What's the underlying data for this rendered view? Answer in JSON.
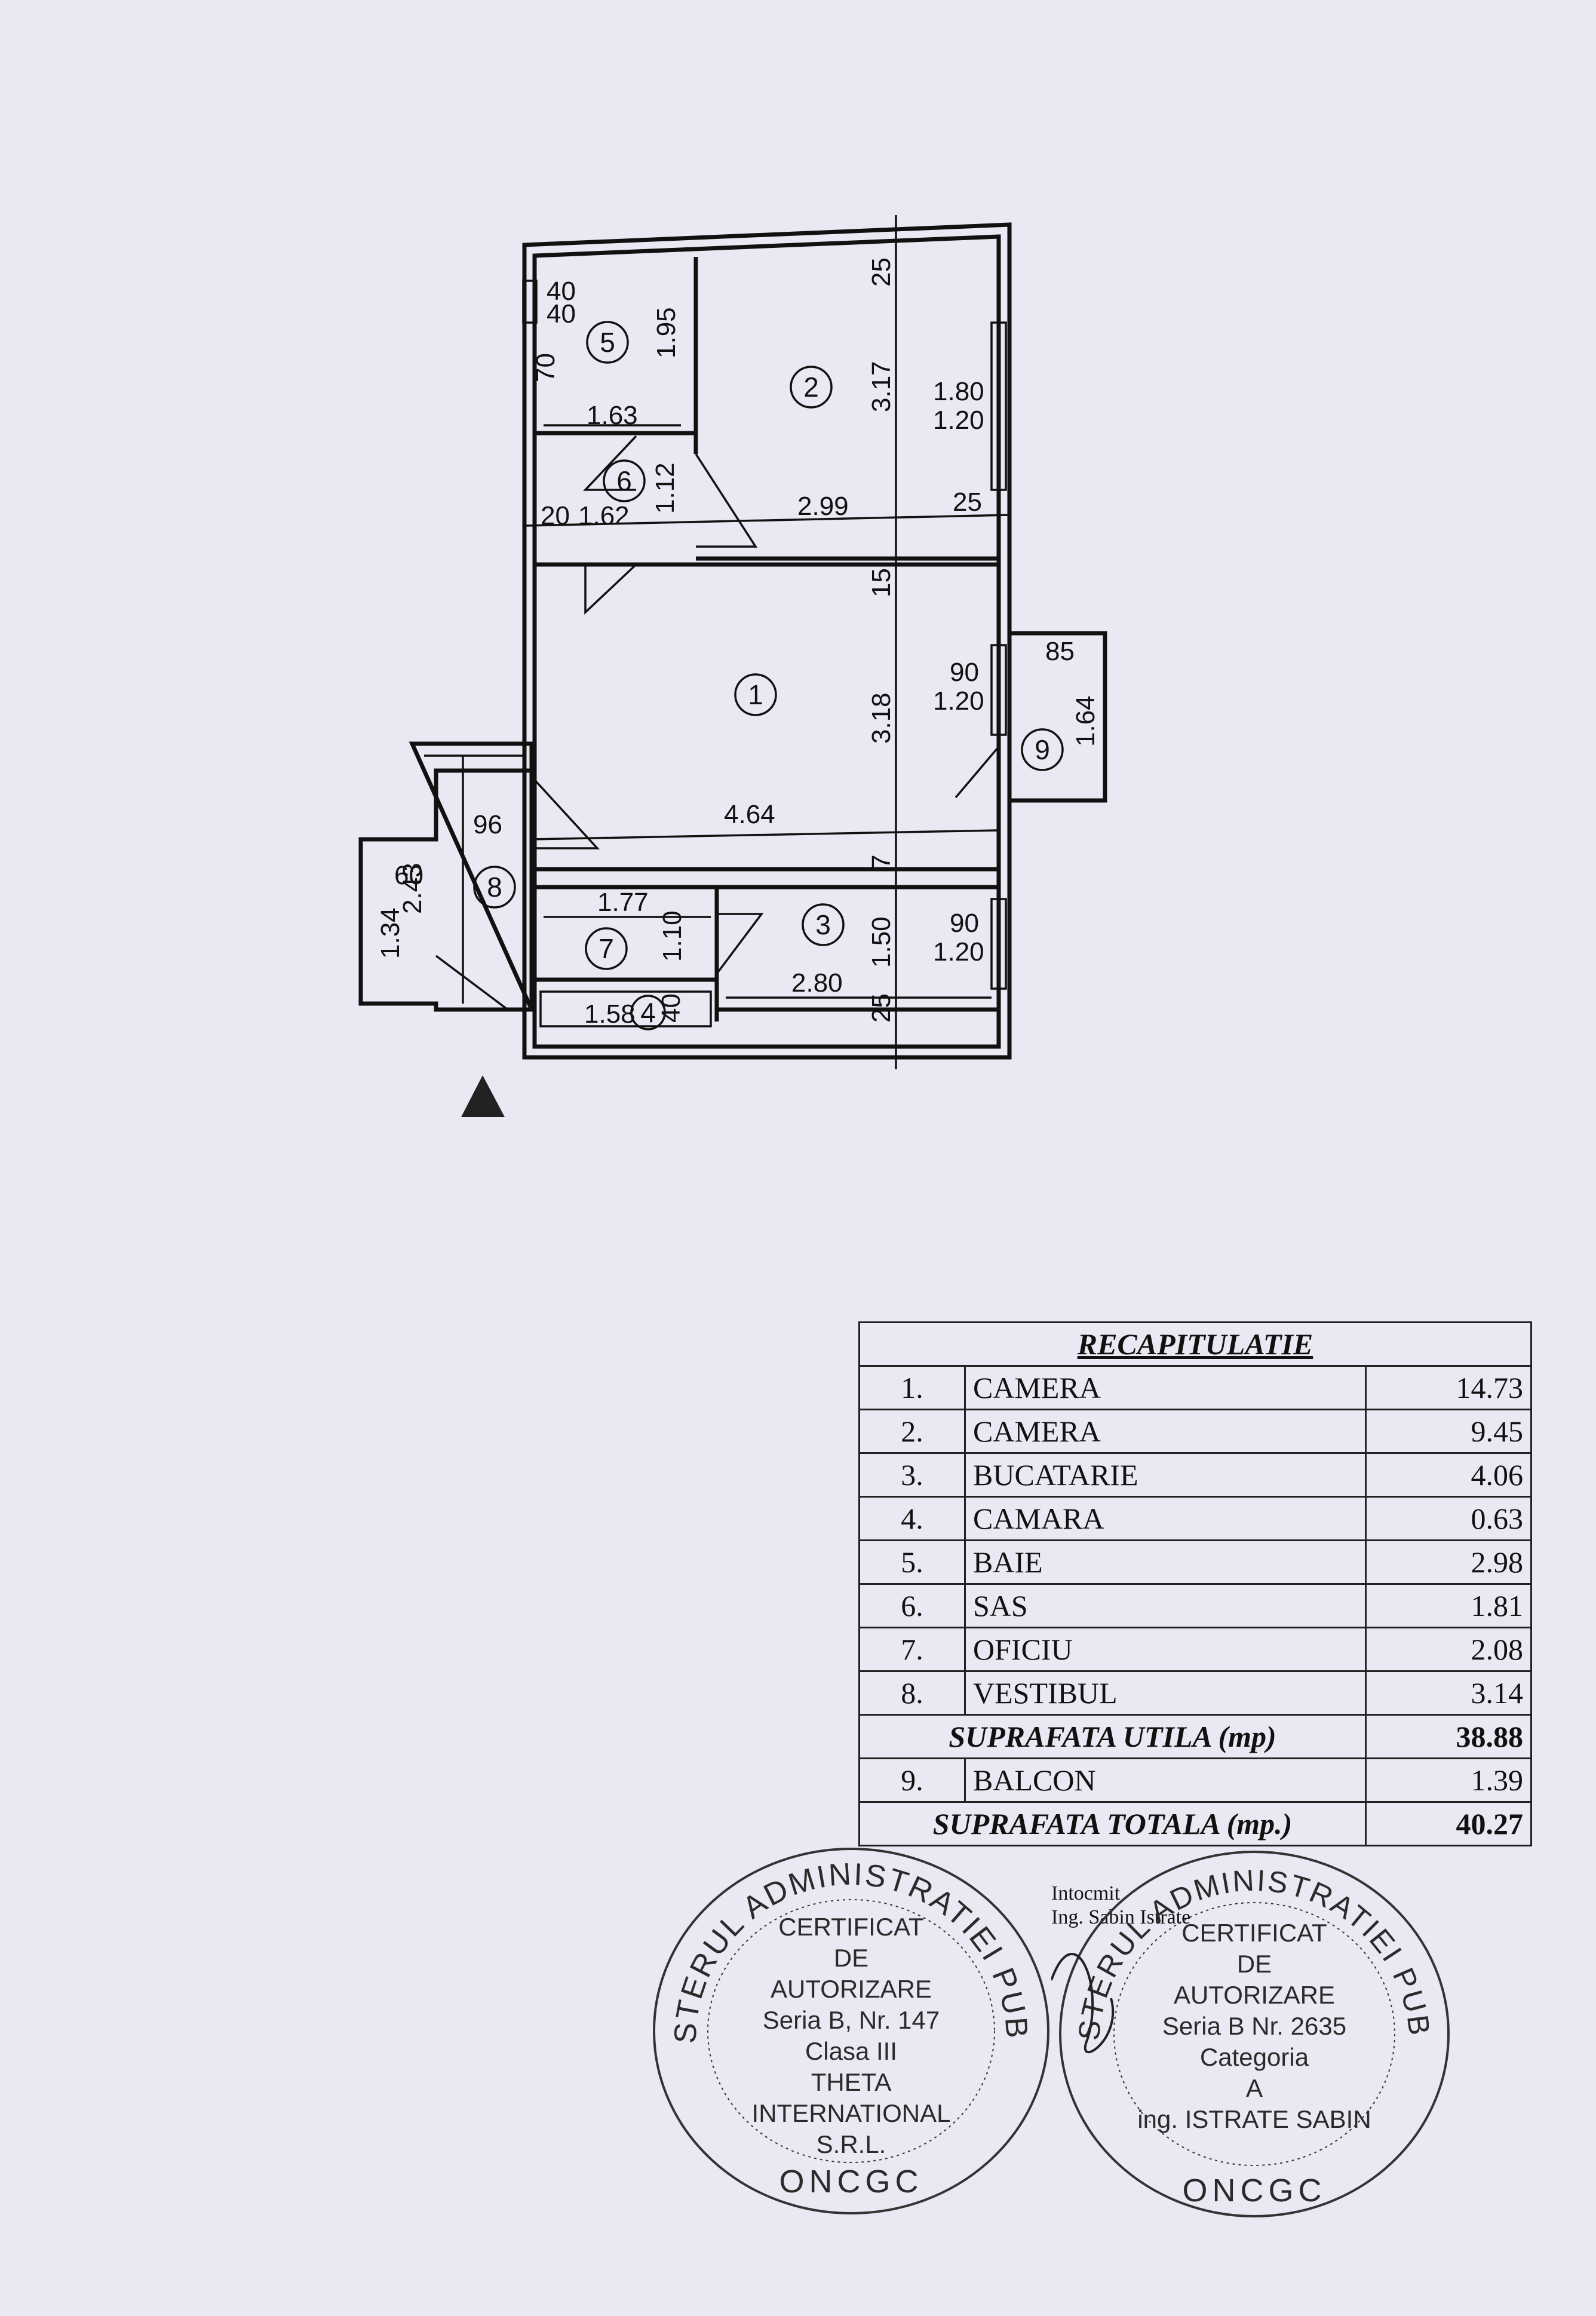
{
  "floor_plan": {
    "room_numbers": [
      "1",
      "2",
      "3",
      "4",
      "5",
      "6",
      "7",
      "8",
      "9"
    ],
    "dimensions": {
      "d_40a": "40",
      "d_40b": "40",
      "d_70": "70",
      "d_195": "1.95",
      "d_163": "1.63",
      "d_25a": "25",
      "d_317": "3.17",
      "d_180": "1.80",
      "d_120a": "1.20",
      "d_20": "20",
      "d_162": "1.62",
      "d_112": "1.12",
      "d_299": "2.99",
      "d_25b": "25",
      "d_15": "15",
      "d_90a": "90",
      "d_120b": "1.20",
      "d_318": "3.18",
      "d_85": "85",
      "d_164": "1.64",
      "d_96": "96",
      "d_464": "4.64",
      "d_7": "7",
      "d_60": "60",
      "d_243": "2.43",
      "d_134": "1.34",
      "d_177": "1.77",
      "d_110": "1.10",
      "d_150": "1.50",
      "d_90b": "90",
      "d_120c": "1.20",
      "d_280": "2.80",
      "d_158": "1.58",
      "d_40c": "40",
      "d_25c": "25"
    }
  },
  "recap": {
    "title": "RECAPITULATIE",
    "rows": [
      {
        "idx": "1.",
        "name": "CAMERA",
        "area": "14.73"
      },
      {
        "idx": "2.",
        "name": "CAMERA",
        "area": "9.45"
      },
      {
        "idx": "3.",
        "name": "BUCATARIE",
        "area": "4.06"
      },
      {
        "idx": "4.",
        "name": "CAMARA",
        "area": "0.63"
      },
      {
        "idx": "5.",
        "name": "BAIE",
        "area": "2.98"
      },
      {
        "idx": "6.",
        "name": "SAS",
        "area": "1.81"
      },
      {
        "idx": "7.",
        "name": "OFICIU",
        "area": "2.08"
      },
      {
        "idx": "8.",
        "name": "VESTIBUL",
        "area": "3.14"
      }
    ],
    "useful_label": "SUPRAFATA UTILA (mp)",
    "useful_value": "38.88",
    "balcony": {
      "idx": "9.",
      "name": "BALCON",
      "area": "1.39"
    },
    "total_label": "SUPRAFATA TOTALA (mp.)",
    "total_value": "40.27"
  },
  "author": {
    "line1": "Intocmit",
    "line2": "Ing. Sabin Istrate"
  },
  "stamp_left": {
    "ring": "MINISTERUL ADMINISTRATIEI PUBLICE",
    "bottom": "ONCGC",
    "lines": [
      "CERTIFICAT",
      "DE",
      "AUTORIZARE",
      "Seria B, Nr. 147",
      "Clasa III",
      "THETA",
      "INTERNATIONAL",
      "S.R.L."
    ]
  },
  "stamp_right": {
    "ring": "MINISTERUL ADMINISTRATIEI PUBLICE",
    "bottom": "ONCGC",
    "lines": [
      "CERTIFICAT",
      "DE",
      "AUTORIZARE",
      "Seria B Nr. 2635",
      "Categoria",
      "A",
      "ing. ISTRATE SABIN"
    ]
  }
}
